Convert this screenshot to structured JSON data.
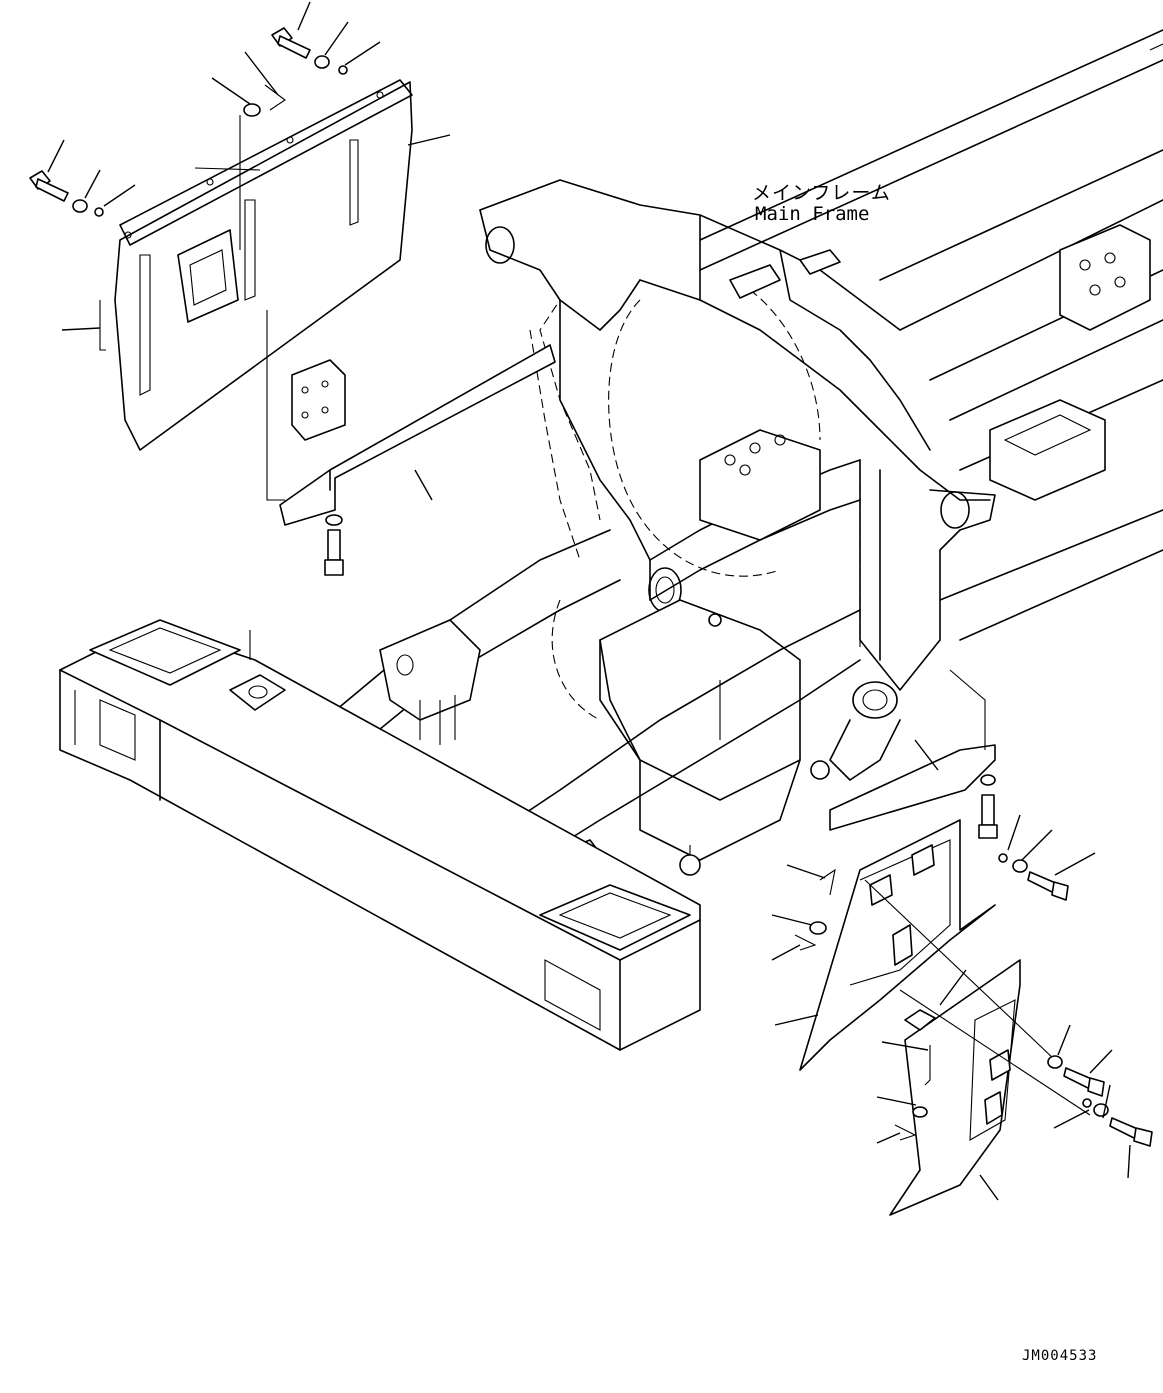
{
  "labels": {
    "main_frame_jp": "メインフレーム",
    "main_frame_en": "Main Frame",
    "drawing_code": "JM004533"
  }
}
